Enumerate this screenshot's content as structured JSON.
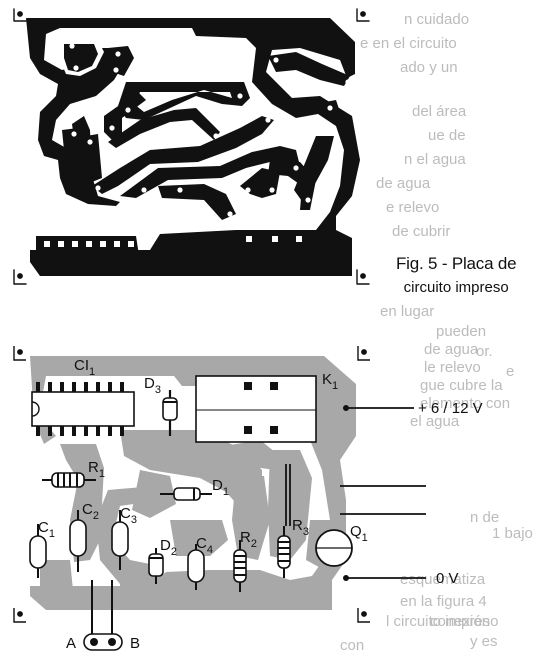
{
  "figure": {
    "caption_title": "Fig. 5 - Placa de",
    "caption_subtitle": "circuito impreso"
  },
  "components": {
    "ic": "CI",
    "ic_sub": "1",
    "relay": "K",
    "relay_sub": "1",
    "diode3": "D",
    "diode3_sub": "3",
    "diode1": "D",
    "diode1_sub": "1",
    "diode2": "D",
    "diode2_sub": "2",
    "r1": "R",
    "r1_sub": "1",
    "r2": "R",
    "r2_sub": "2",
    "r3": "R",
    "r3_sub": "3",
    "c1": "C",
    "c1_sub": "1",
    "c2": "C",
    "c2_sub": "2",
    "c3": "C",
    "c3_sub": "3",
    "c4": "C",
    "c4_sub": "4",
    "q1": "Q",
    "q1_sub": "1"
  },
  "terminals": {
    "supply": "+ 6 / 12 V",
    "ground": "0 V",
    "input_a": "A",
    "input_b": "B"
  },
  "bleed_text": [
    "n cuidado",
    "e en el circuito",
    "ado y un",
    "del área",
    "ue de",
    "n el agua",
    "de agua",
    "e relevo",
    "de cubrir",
    "en lugar",
    "pueden",
    "or.",
    "e",
    "de agua",
    "le relevo",
    "gue cubre la",
    "elemento con",
    "el agua",
    "n de",
    "1 bajo",
    "esquematiza",
    "en la figura 4",
    "l circuito impreso",
    "y es",
    "con",
    "conexión"
  ]
}
